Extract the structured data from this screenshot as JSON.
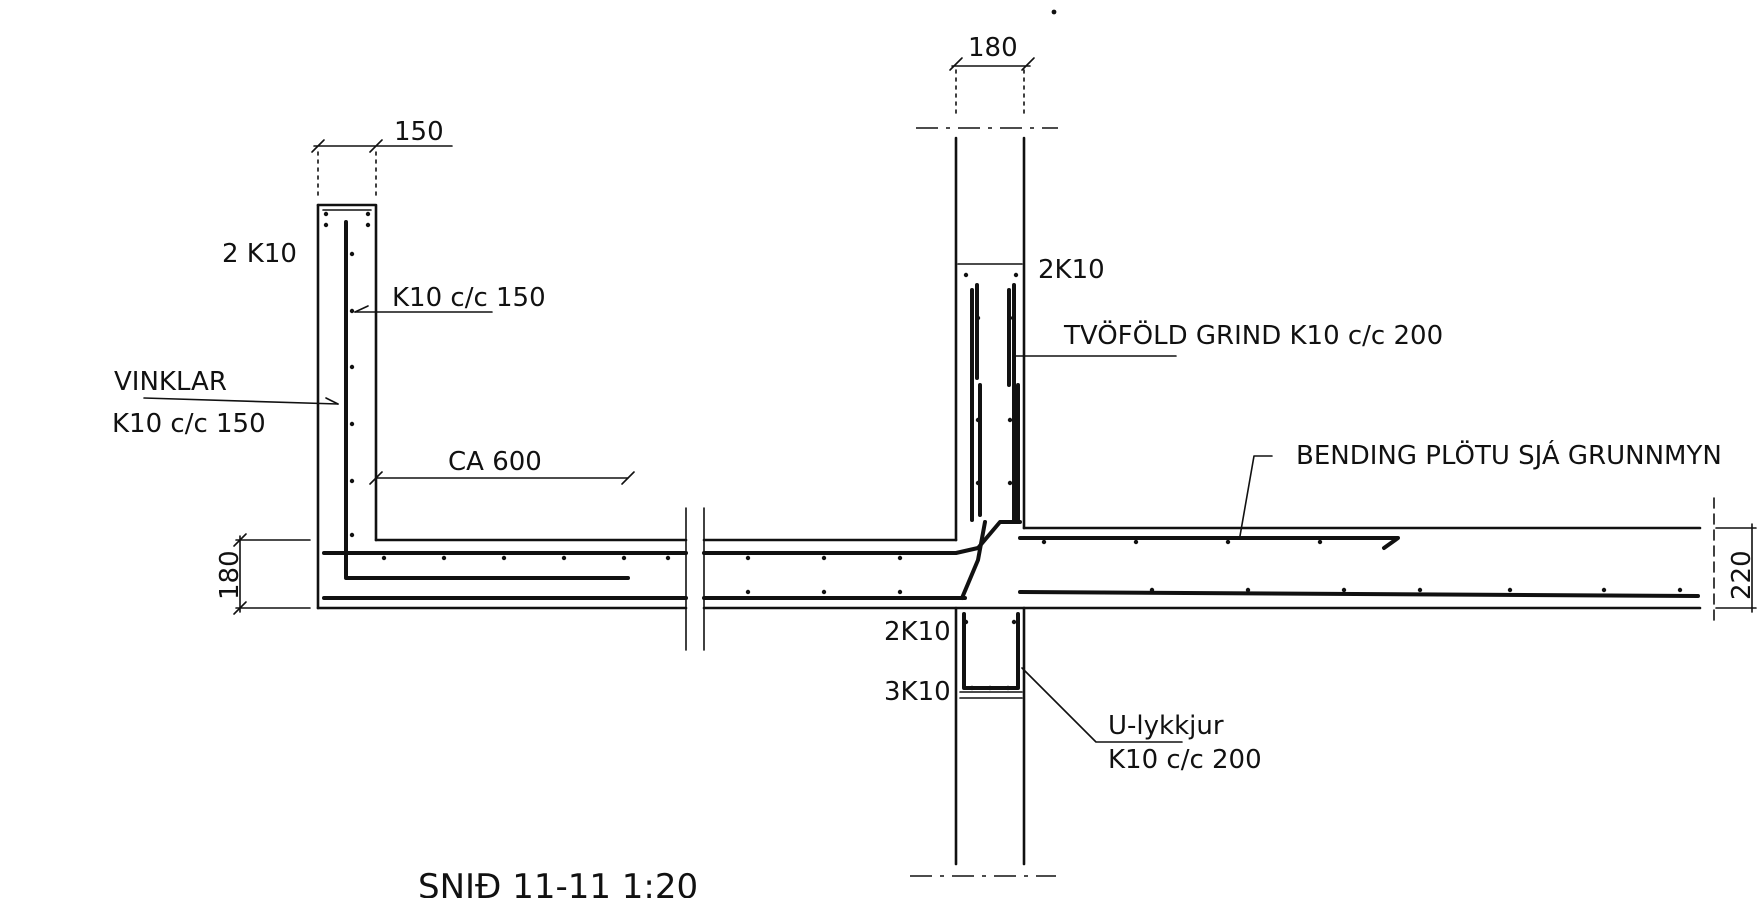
{
  "labels": {
    "dim_180_top": "180",
    "dim_150": "150",
    "left_2k10": "2 K10",
    "k10_cc150_a": "K10 c/c 150",
    "vinklar_line1": "VINKLAR",
    "vinklar_line2": "K10 c/c 150",
    "ca600": "CA 600",
    "dim_180_left": "180",
    "wall_2k10": "2K10",
    "tvofold": "TVÖFÖLD GRIND K10 c/c 200",
    "bending": "BENDING PLÖTU SJÁ GRUNNMYN",
    "dim_220": "220",
    "beam_2k10": "2K10",
    "beam_3k10": "3K10",
    "ulykkjur_line1": "U-lykkjur",
    "ulykkjur_line2": "K10 c/c 200",
    "title": "SNIÐ 11-11 1:20"
  },
  "colors": {
    "ink": "#111111",
    "paper": "#ffffff"
  }
}
